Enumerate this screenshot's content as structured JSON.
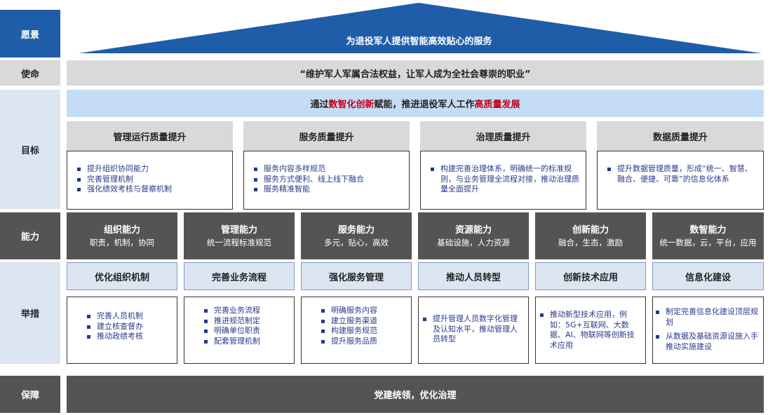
{
  "rows": {
    "vision": {
      "label": "愿景",
      "text": "为退役军人提供智能高效贴心的服务"
    },
    "mission": {
      "label": "使命",
      "text": "“维护军人军属合法权益，让军人成为全社会尊崇的职业”"
    },
    "goal": {
      "label": "目标",
      "banner": {
        "pre": "通过",
        "hl1": "数智化创新",
        "mid": "赋能，推进退役军人工作",
        "hl2": "高质量发展"
      },
      "columns": [
        {
          "title": "管理运行质量提升",
          "items": [
            "提升组织协同能力",
            "完善管理机制",
            "强化绩效考核与督察机制"
          ]
        },
        {
          "title": "服务质量提升",
          "items": [
            "服务内容多样规范",
            "服务方式便利、线上线下融合",
            "服务精准智能"
          ]
        },
        {
          "title": "治理质量提升",
          "items": [
            "构建完善治理体系，明确统一的标准规则，与业务管理全流程对接，推动治理质量全面提升"
          ]
        },
        {
          "title": "数据质量提升",
          "items": [
            "提升数据管理质量，形成“统一、智慧、融合、便捷、可靠”的信息化体系"
          ]
        }
      ]
    },
    "capability": {
      "label": "能力",
      "items": [
        {
          "title": "组织能力",
          "sub": "职责，机制，协同"
        },
        {
          "title": "管理能力",
          "sub": "统一流程标准规范"
        },
        {
          "title": "服务能力",
          "sub": "多元，贴心，高效"
        },
        {
          "title": "资源能力",
          "sub": "基础设施，人力资源"
        },
        {
          "title": "创新能力",
          "sub": "融合，生态，激励"
        },
        {
          "title": "数智能力",
          "sub": "统一数据，云，平台，应用"
        }
      ]
    },
    "measures": {
      "label": "举措",
      "columns": [
        {
          "title": "优化组织机制",
          "items": [
            "完善人员机制",
            "建立核查督办",
            "推动政绩考核"
          ]
        },
        {
          "title": "完善业务流程",
          "items": [
            "完善业务流程",
            "推进规范制定",
            "明确单位职责",
            "配套管理机制"
          ]
        },
        {
          "title": "强化服务管理",
          "items": [
            "明确服务内容",
            "建立服务渠道",
            "构建服务规范",
            "提升服务品质"
          ]
        },
        {
          "title": "推动人员转型",
          "items": [
            "提升管理人员数字化管理及认知水平，推动管理人员转型"
          ]
        },
        {
          "title": "创新技术应用",
          "items": [
            "推动新型技术应用，例如：5G+互联网、大数据、AI、物联网等创新技术应用"
          ]
        },
        {
          "title": "信息化建设",
          "items": [
            "制定完善信息化建设顶层规划",
            "从数据及基础资源设施入手推动实施建设"
          ]
        }
      ]
    },
    "guarantee": {
      "label": "保障",
      "text": "党建统领，优化治理"
    }
  },
  "colors": {
    "label_blue": "#1f5da8",
    "label_gray": "#d9d9d9",
    "dark_bar": "#545454",
    "accent_red": "#c0001b"
  }
}
